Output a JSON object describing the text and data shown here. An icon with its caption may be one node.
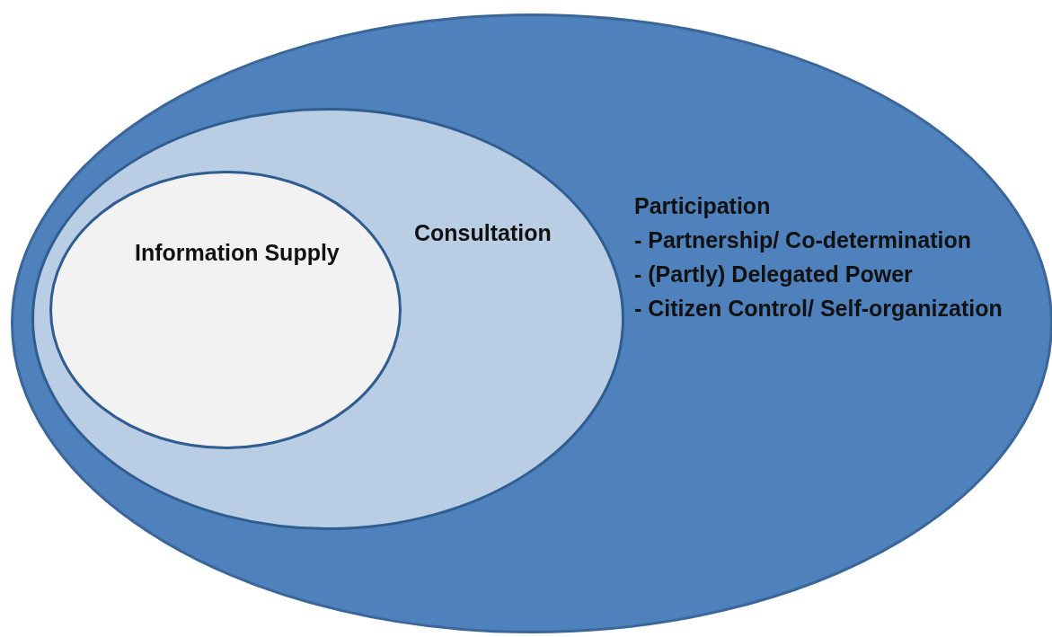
{
  "diagram": {
    "nodes": [
      {
        "text": [
          "Participation",
          "- Partnership/ Co-determination",
          "- (Partly) Delegated Power",
          "- Citizen Control/ Self-organization"
        ]
      },
      {
        "text": [
          "Consultation"
        ],
        "in": 0
      },
      {
        "text": [
          "Information Supply"
        ],
        "in": 1
      }
    ],
    "edges": []
  }
}
